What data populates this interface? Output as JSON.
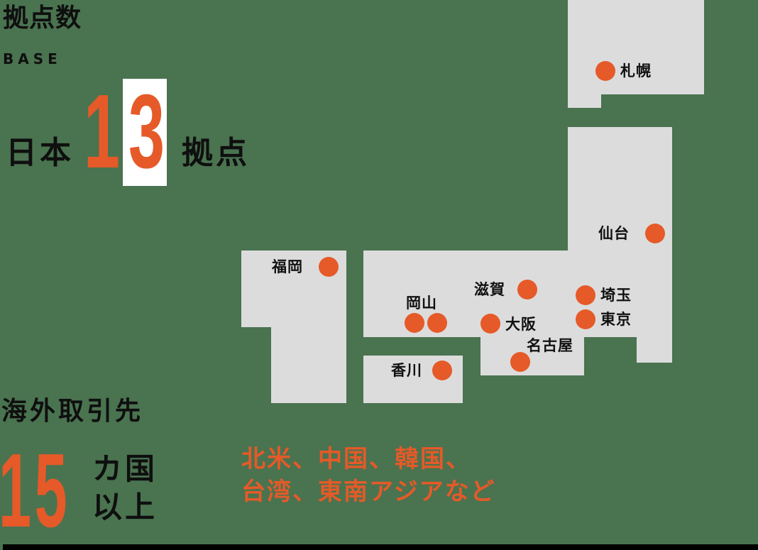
{
  "header": {
    "title": "拠点数",
    "subtitle": "BASE"
  },
  "domestic": {
    "prefix": "日本",
    "digit1": "1",
    "digit2": "3",
    "suffix": "拠点"
  },
  "overseas": {
    "title": "海外取引先",
    "count": "15",
    "unit_line1": "カ国",
    "unit_line2": "以上",
    "regions_line1": "北米、中国、韓国、",
    "regions_line2": "台湾、東南アジアなど"
  },
  "map": {
    "colors": {
      "land": "#dcdcdc",
      "dot": "#e55a28",
      "background": "#4a7350"
    },
    "cities": [
      {
        "name": "札幌"
      },
      {
        "name": "仙台"
      },
      {
        "name": "福岡"
      },
      {
        "name": "滋賀"
      },
      {
        "name": "岡山"
      },
      {
        "name": "埼玉"
      },
      {
        "name": "東京"
      },
      {
        "name": "大阪"
      },
      {
        "name": "名古屋"
      },
      {
        "name": "香川"
      }
    ]
  }
}
